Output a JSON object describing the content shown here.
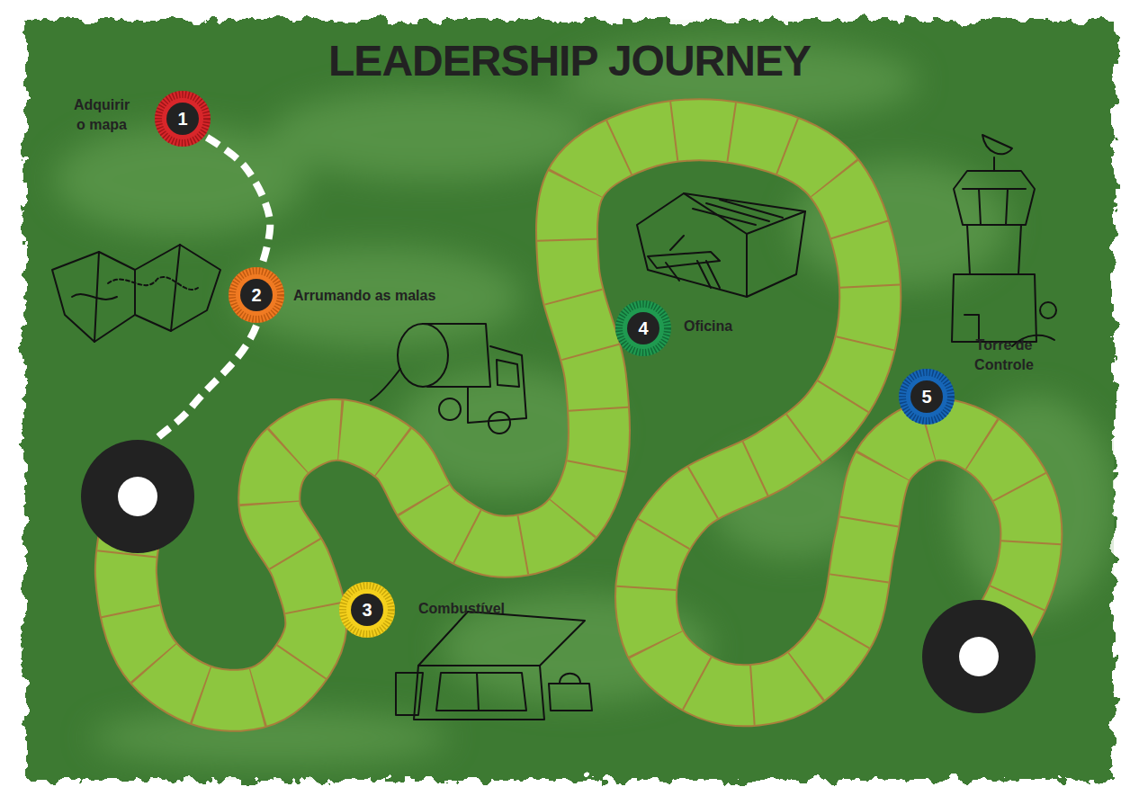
{
  "diagram": {
    "title": "LEADERSHIP JOURNEY",
    "nodes": [
      {
        "text": [
          "1",
          "Adquirir o mapa"
        ]
      },
      {
        "text": [
          "2",
          "Arrumando as malas"
        ]
      },
      {
        "text": [
          "3",
          "Combustível"
        ]
      },
      {
        "text": [
          "4",
          "Oficina"
        ]
      },
      {
        "text": [
          "5",
          "Torre de Controle"
        ]
      }
    ],
    "edges": [
      {
        "from": 0,
        "to": 1,
        "arrow": "none"
      }
    ]
  }
}
